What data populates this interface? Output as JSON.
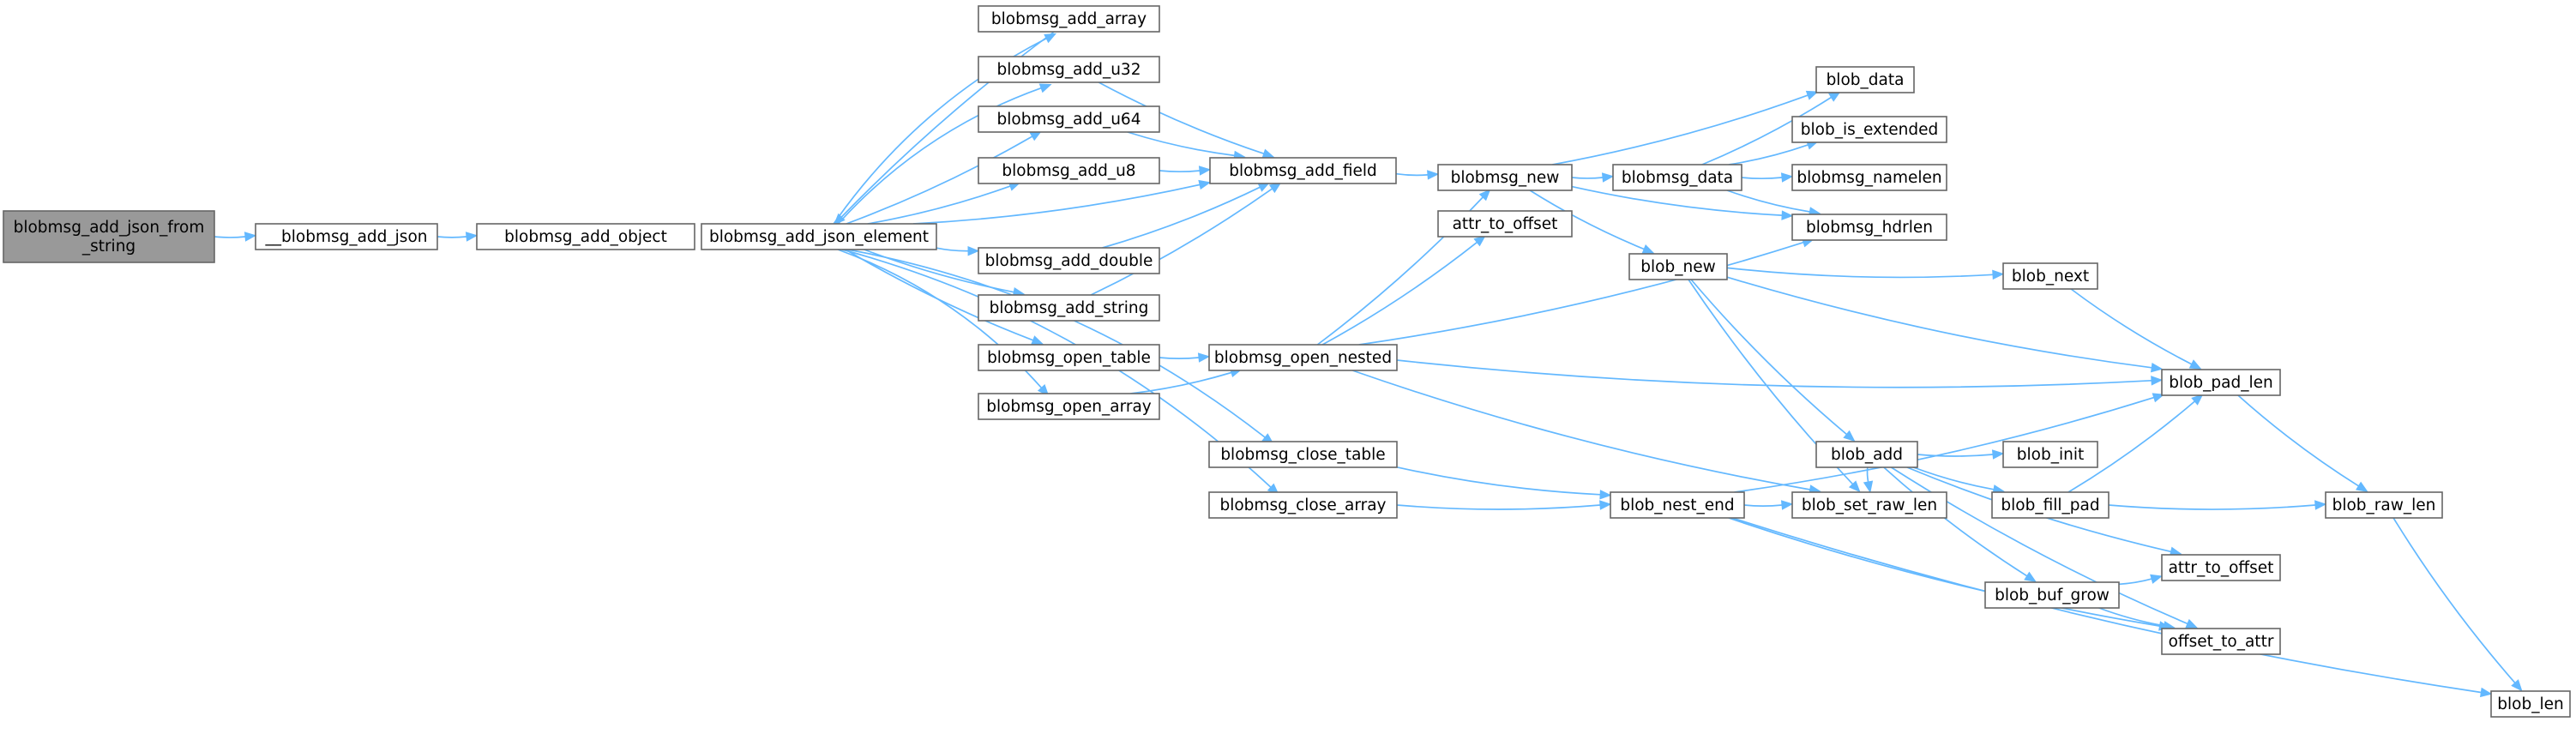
{
  "graph": {
    "colors": {
      "node_fill": "#ffffff",
      "root_fill": "#999999",
      "node_border": "#666666",
      "edge": "#63b8ff",
      "text": "#000000"
    },
    "nodes": [
      {
        "id": "root",
        "lines": [
          "blobmsg_add_json_from",
          "_string"
        ]
      },
      {
        "id": "add_json",
        "lines": [
          "__blobmsg_add_json"
        ]
      },
      {
        "id": "add_object",
        "lines": [
          "blobmsg_add_object"
        ]
      },
      {
        "id": "json_element",
        "lines": [
          "blobmsg_add_json_element"
        ]
      },
      {
        "id": "add_array",
        "lines": [
          "blobmsg_add_array"
        ]
      },
      {
        "id": "add_u32",
        "lines": [
          "blobmsg_add_u32"
        ]
      },
      {
        "id": "add_u64",
        "lines": [
          "blobmsg_add_u64"
        ]
      },
      {
        "id": "add_u8",
        "lines": [
          "blobmsg_add_u8"
        ]
      },
      {
        "id": "add_double",
        "lines": [
          "blobmsg_add_double"
        ]
      },
      {
        "id": "add_string",
        "lines": [
          "blobmsg_add_string"
        ]
      },
      {
        "id": "open_table",
        "lines": [
          "blobmsg_open_table"
        ]
      },
      {
        "id": "open_array",
        "lines": [
          "blobmsg_open_array"
        ]
      },
      {
        "id": "close_table",
        "lines": [
          "blobmsg_close_table"
        ]
      },
      {
        "id": "close_array",
        "lines": [
          "blobmsg_close_array"
        ]
      },
      {
        "id": "add_field",
        "lines": [
          "blobmsg_add_field"
        ]
      },
      {
        "id": "open_nested",
        "lines": [
          "blobmsg_open_nested"
        ]
      },
      {
        "id": "msg_new",
        "lines": [
          "blobmsg_new"
        ]
      },
      {
        "id": "attr_to_offset_1",
        "lines": [
          "attr_to_offset"
        ]
      },
      {
        "id": "nest_end",
        "lines": [
          "blob_nest_end"
        ]
      },
      {
        "id": "msg_data",
        "lines": [
          "blobmsg_data"
        ]
      },
      {
        "id": "blob_new",
        "lines": [
          "blob_new"
        ]
      },
      {
        "id": "blob_add",
        "lines": [
          "blob_add"
        ]
      },
      {
        "id": "blob_data",
        "lines": [
          "blob_data"
        ]
      },
      {
        "id": "is_extended",
        "lines": [
          "blob_is_extended"
        ]
      },
      {
        "id": "namelen",
        "lines": [
          "blobmsg_namelen"
        ]
      },
      {
        "id": "hdrlen",
        "lines": [
          "blobmsg_hdrlen"
        ]
      },
      {
        "id": "set_raw_len",
        "lines": [
          "blob_set_raw_len"
        ]
      },
      {
        "id": "blob_next",
        "lines": [
          "blob_next"
        ]
      },
      {
        "id": "blob_init",
        "lines": [
          "blob_init"
        ]
      },
      {
        "id": "fill_pad",
        "lines": [
          "blob_fill_pad"
        ]
      },
      {
        "id": "buf_grow",
        "lines": [
          "blob_buf_grow"
        ]
      },
      {
        "id": "pad_len",
        "lines": [
          "blob_pad_len"
        ]
      },
      {
        "id": "attr_to_offset_2",
        "lines": [
          "attr_to_offset"
        ]
      },
      {
        "id": "offset_to_attr",
        "lines": [
          "offset_to_attr"
        ]
      },
      {
        "id": "raw_len",
        "lines": [
          "blob_raw_len"
        ]
      },
      {
        "id": "blob_len",
        "lines": [
          "blob_len"
        ]
      }
    ],
    "edges": [
      {
        "from": "root",
        "to": "add_json"
      },
      {
        "from": "add_json",
        "to": "add_object"
      },
      {
        "from": "add_object",
        "to": "json_element"
      },
      {
        "from": "json_element",
        "to": "add_object"
      },
      {
        "from": "json_element",
        "to": "add_array"
      },
      {
        "from": "json_element",
        "to": "add_u32"
      },
      {
        "from": "json_element",
        "to": "add_u64"
      },
      {
        "from": "json_element",
        "to": "add_u8"
      },
      {
        "from": "json_element",
        "to": "add_field"
      },
      {
        "from": "json_element",
        "to": "add_double"
      },
      {
        "from": "json_element",
        "to": "add_string"
      },
      {
        "from": "json_element",
        "to": "open_table"
      },
      {
        "from": "json_element",
        "to": "open_array"
      },
      {
        "from": "json_element",
        "to": "close_table"
      },
      {
        "from": "json_element",
        "to": "close_array"
      },
      {
        "from": "add_array",
        "to": "json_element"
      },
      {
        "from": "add_u32",
        "to": "add_field"
      },
      {
        "from": "add_u64",
        "to": "add_field"
      },
      {
        "from": "add_u8",
        "to": "add_field"
      },
      {
        "from": "add_double",
        "to": "add_field"
      },
      {
        "from": "add_string",
        "to": "add_field"
      },
      {
        "from": "open_table",
        "to": "open_nested"
      },
      {
        "from": "open_array",
        "to": "open_nested"
      },
      {
        "from": "close_table",
        "to": "nest_end"
      },
      {
        "from": "close_array",
        "to": "nest_end"
      },
      {
        "from": "add_field",
        "to": "msg_new"
      },
      {
        "from": "open_nested",
        "to": "msg_new"
      },
      {
        "from": "open_nested",
        "to": "attr_to_offset_1"
      },
      {
        "from": "open_nested",
        "to": "hdrlen"
      },
      {
        "from": "open_nested",
        "to": "pad_len"
      },
      {
        "from": "open_nested",
        "to": "set_raw_len"
      },
      {
        "from": "msg_new",
        "to": "blob_data"
      },
      {
        "from": "msg_new",
        "to": "msg_data"
      },
      {
        "from": "msg_new",
        "to": "hdrlen"
      },
      {
        "from": "msg_new",
        "to": "blob_new"
      },
      {
        "from": "msg_data",
        "to": "blob_data"
      },
      {
        "from": "msg_data",
        "to": "is_extended"
      },
      {
        "from": "msg_data",
        "to": "namelen"
      },
      {
        "from": "msg_data",
        "to": "hdrlen"
      },
      {
        "from": "blob_new",
        "to": "blob_next"
      },
      {
        "from": "blob_new",
        "to": "pad_len"
      },
      {
        "from": "blob_new",
        "to": "blob_add"
      },
      {
        "from": "blob_new",
        "to": "set_raw_len"
      },
      {
        "from": "nest_end",
        "to": "pad_len"
      },
      {
        "from": "nest_end",
        "to": "set_raw_len"
      },
      {
        "from": "nest_end",
        "to": "offset_to_attr"
      },
      {
        "from": "nest_end",
        "to": "blob_len"
      },
      {
        "from": "blob_add",
        "to": "blob_init"
      },
      {
        "from": "blob_add",
        "to": "fill_pad"
      },
      {
        "from": "blob_add",
        "to": "buf_grow"
      },
      {
        "from": "blob_add",
        "to": "attr_to_offset_2"
      },
      {
        "from": "blob_add",
        "to": "offset_to_attr"
      },
      {
        "from": "blob_add",
        "to": "set_raw_len"
      },
      {
        "from": "blob_next",
        "to": "pad_len"
      },
      {
        "from": "fill_pad",
        "to": "pad_len"
      },
      {
        "from": "fill_pad",
        "to": "raw_len"
      },
      {
        "from": "buf_grow",
        "to": "attr_to_offset_2"
      },
      {
        "from": "buf_grow",
        "to": "offset_to_attr"
      },
      {
        "from": "pad_len",
        "to": "raw_len"
      },
      {
        "from": "raw_len",
        "to": "blob_len"
      }
    ]
  }
}
